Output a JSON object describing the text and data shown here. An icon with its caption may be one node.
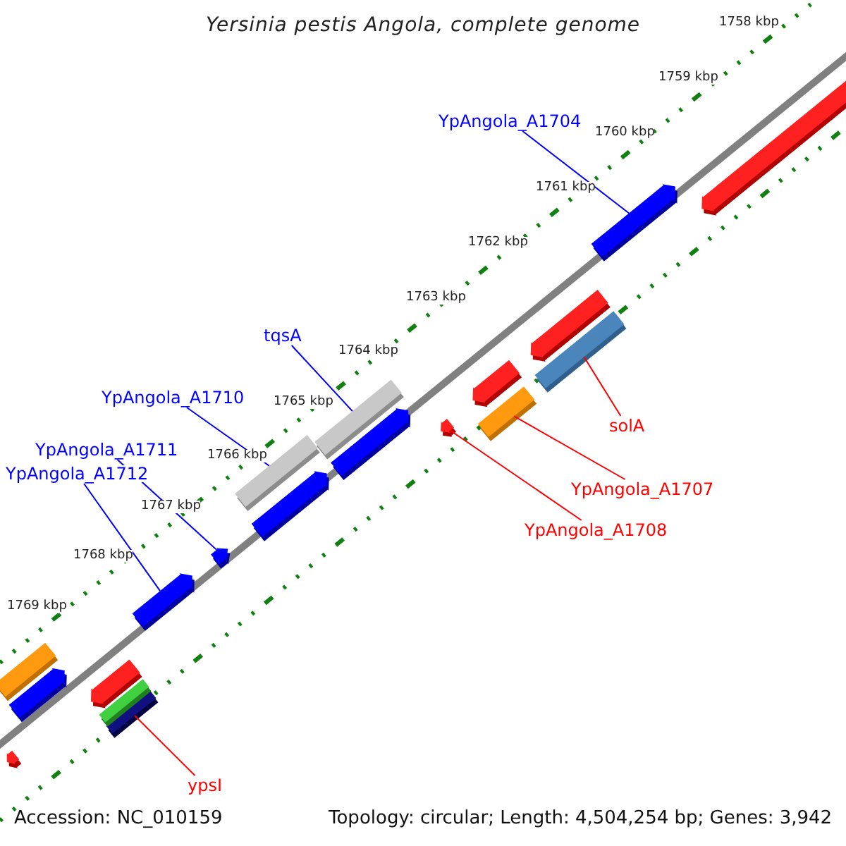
{
  "diagram": {
    "title": "Yersinia pestis Angola, complete genome",
    "nodes": [
      {
        "text": [
          "YpAngola_A1704"
        ]
      },
      {
        "text": [],
        "shape": "arrow"
      },
      {
        "text": [
          "tqsA"
        ]
      },
      {
        "text": [],
        "shape": "bar"
      },
      {
        "text": [
          "YpAngola_A1710"
        ]
      },
      {
        "text": [],
        "shape": "bar"
      },
      {
        "text": [
          "YpAngola_A1711"
        ]
      },
      {
        "text": [],
        "shape": "arrow"
      },
      {
        "text": [
          "YpAngola_A1712"
        ]
      },
      {
        "text": [],
        "shape": "arrow"
      },
      {
        "text": [
          "solA"
        ]
      },
      {
        "text": [],
        "shape": "bar"
      },
      {
        "text": [
          "YpAngola_A1707"
        ]
      },
      {
        "text": [],
        "shape": "bar"
      },
      {
        "text": [
          "YpAngola_A1708"
        ]
      },
      {
        "text": [],
        "shape": "arrow"
      },
      {
        "text": [
          "ypsI"
        ]
      },
      {
        "text": [],
        "shape": "bar"
      },
      {
        "text": [],
        "shape": "arrow"
      },
      {
        "text": [],
        "shape": "arrow"
      },
      {
        "text": [],
        "shape": "arrow"
      },
      {
        "text": [],
        "shape": "arrow"
      },
      {
        "text": [],
        "shape": "arrow"
      },
      {
        "text": [],
        "shape": "bar"
      },
      {
        "text": [],
        "shape": "arrow"
      },
      {
        "text": [],
        "shape": "arrow"
      },
      {
        "text": [],
        "shape": "bar"
      },
      {
        "text": [],
        "shape": "arrow"
      }
    ],
    "edges": [
      {
        "from": 0,
        "to": 1,
        "arrow": "none"
      },
      {
        "from": 2,
        "to": 3,
        "arrow": "none"
      },
      {
        "from": 4,
        "to": 5,
        "arrow": "none"
      },
      {
        "from": 6,
        "to": 7,
        "arrow": "none"
      },
      {
        "from": 8,
        "to": 9,
        "arrow": "none"
      },
      {
        "from": 10,
        "to": 11,
        "arrow": "none",
        "color": "#ff0000"
      },
      {
        "from": 12,
        "to": 13,
        "arrow": "none",
        "color": "#ff0000"
      },
      {
        "from": 14,
        "to": 15,
        "arrow": "none",
        "color": "#ff0000"
      },
      {
        "from": 16,
        "to": 17,
        "arrow": "none",
        "color": "#ff0000"
      }
    ],
    "labels": [
      "1758 kbp",
      "1759 kbp",
      "1760 kbp",
      "1761 kbp",
      "1762 kbp",
      "1763 kbp",
      "1764 kbp",
      "1765 kbp",
      "1766 kbp",
      "1767 kbp",
      "1768 kbp",
      "1769 kbp",
      "Accession: NC_010159",
      "Topology: circular; Length: 4,504,254 bp; Genes: 3,942"
    ]
  }
}
